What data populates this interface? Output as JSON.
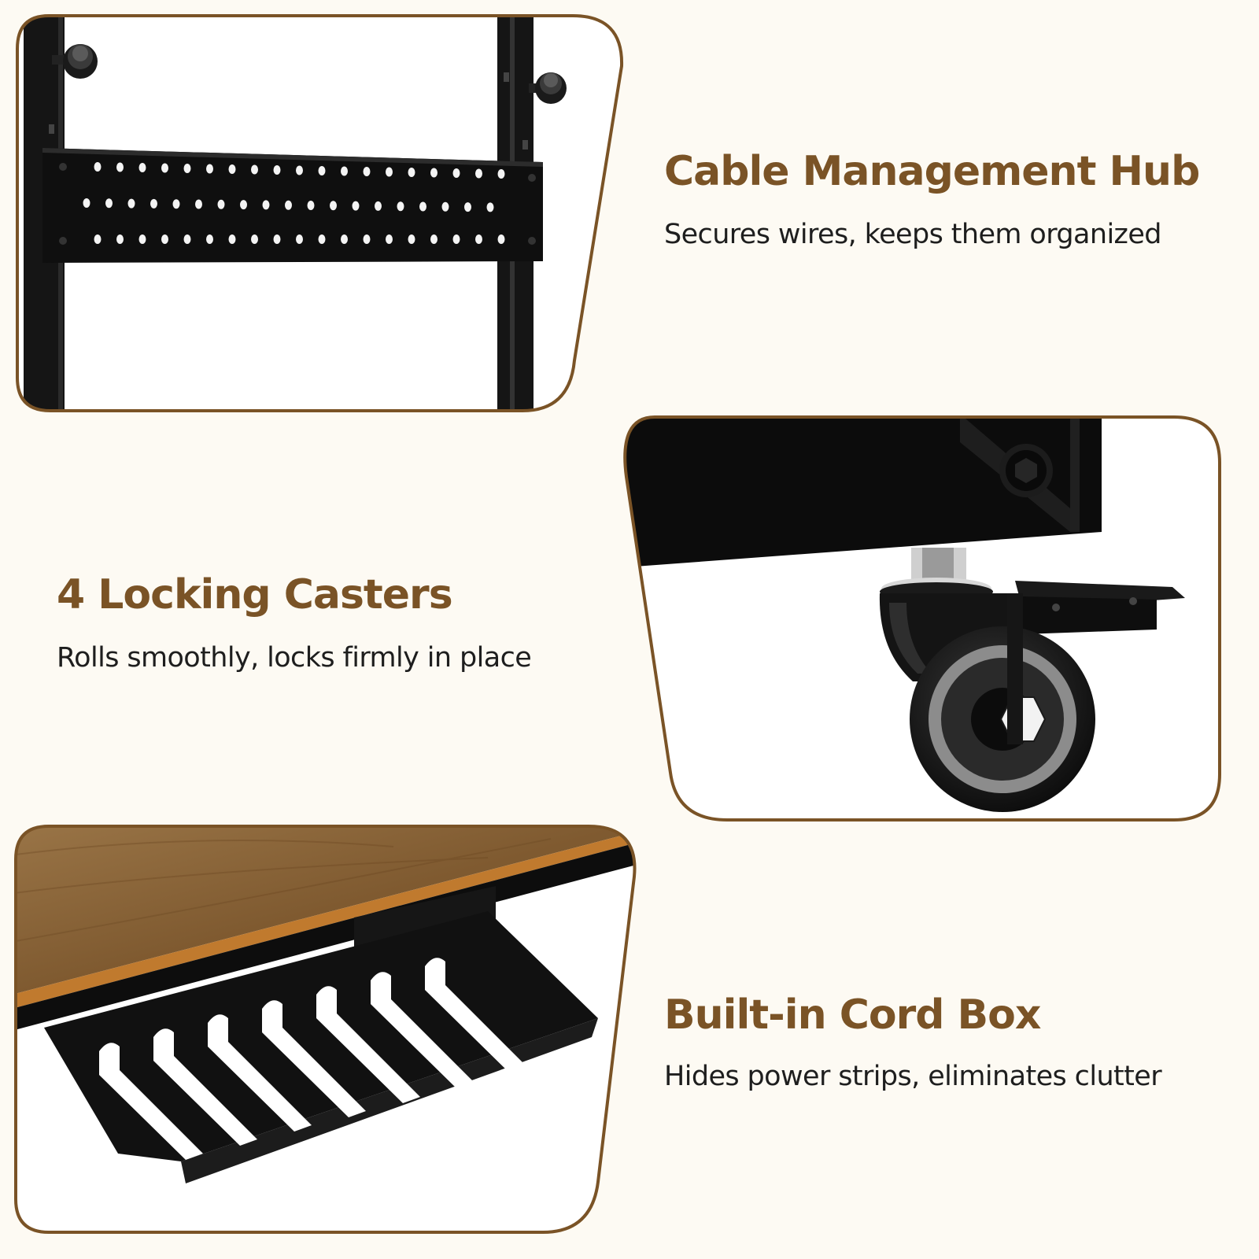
{
  "colors": {
    "accent": "#7A5326",
    "background": "#FDFAF3",
    "metal": "#111111",
    "wood": "#8A6436"
  },
  "features": [
    {
      "title": "Cable Management Hub",
      "description": "Secures wires, keeps them organized",
      "image": "pegboard-panel"
    },
    {
      "title": "4 Locking Casters",
      "description": "Rolls smoothly, locks firmly in place",
      "image": "locking-caster-wheel"
    },
    {
      "title": "Built-in Cord Box",
      "description": "Hides power strips, eliminates clutter",
      "image": "cord-tray-under-desk"
    }
  ]
}
